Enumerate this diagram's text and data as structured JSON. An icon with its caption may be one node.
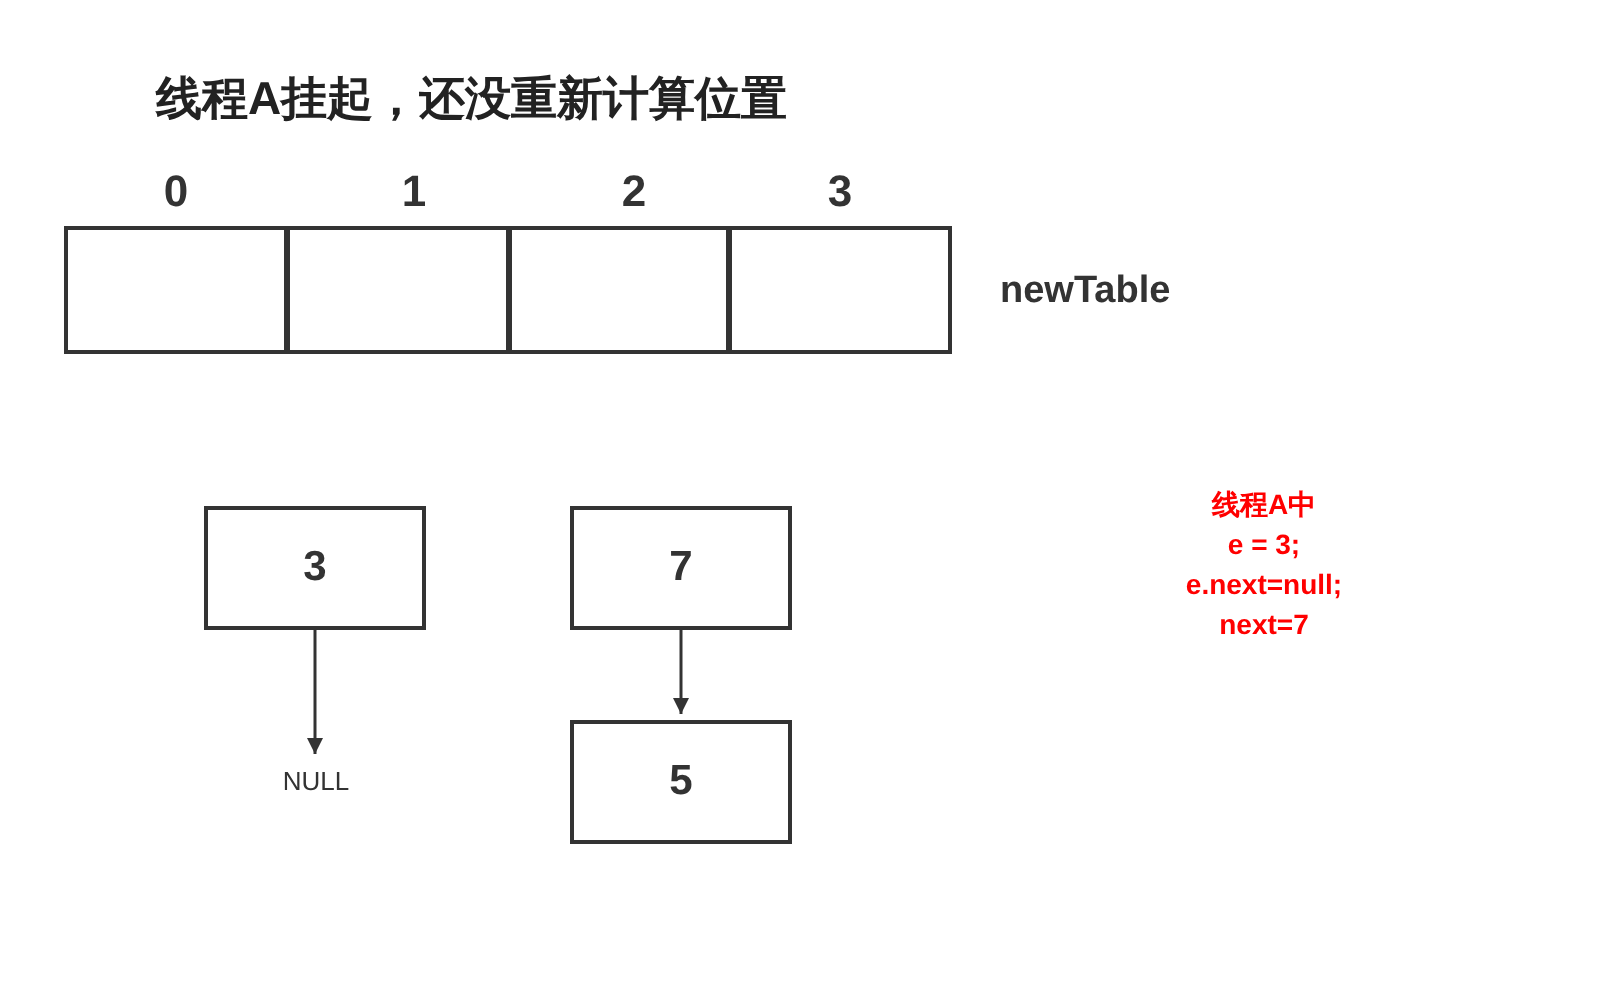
{
  "diagram": {
    "title": "线程A挂起，还没重新计算位置",
    "nodes": [
      {
        "text": [],
        "shape": "box"
      },
      {
        "text": [],
        "shape": "box"
      },
      {
        "text": [],
        "shape": "box"
      },
      {
        "text": [],
        "shape": "box"
      },
      {
        "text": [
          "3"
        ]
      },
      {
        "text": [
          "7"
        ]
      },
      {
        "text": [
          "NULL"
        ]
      },
      {
        "text": [
          "5"
        ]
      }
    ],
    "edges": [
      {
        "from": 4,
        "to": 6,
        "arrow": "to"
      },
      {
        "from": 5,
        "to": 7,
        "arrow": "to"
      }
    ],
    "labels": [
      "0",
      "1",
      "2",
      "3",
      "newTable",
      "线程A中",
      "e = 3;",
      "e.next=null;",
      "next=7"
    ]
  }
}
